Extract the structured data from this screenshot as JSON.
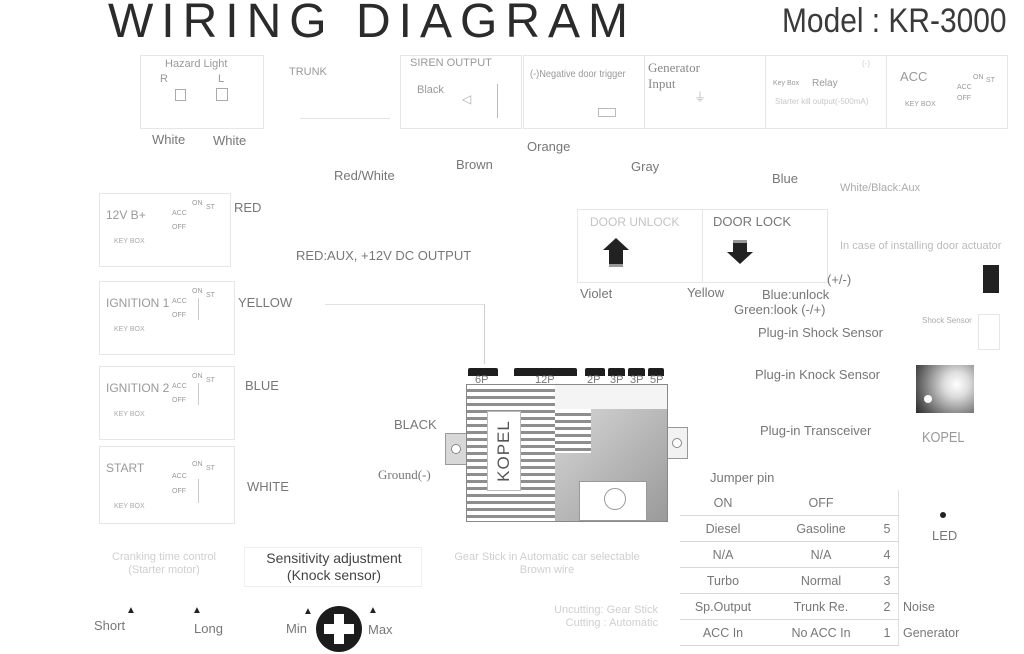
{
  "header": {
    "title": "WIRING DIAGRAM",
    "model": "Model : KR-3000"
  },
  "top_row": {
    "hazard_light": {
      "label": "Hazard Light",
      "r": "R",
      "l": "L",
      "wire_r": "White",
      "wire_l": "White"
    },
    "trunk": {
      "label": "TRUNK"
    },
    "siren_output": {
      "label": "SIREN OUTPUT",
      "wire": "Black"
    },
    "negative_door_trigger": {
      "label": "(-)Negative door trigger",
      "wire": "Orange"
    },
    "generator_input": {
      "label": "Generator Input"
    },
    "relay_block": {
      "key_box": "Key Box",
      "relay": "Relay",
      "note": "Starter kill output(-500mA)",
      "tag": "(-)"
    },
    "acc": {
      "label": "ACC",
      "on": "ON",
      "st": "ST",
      "acc": "ACC",
      "off": "OFF",
      "key_box": "KEY BOX"
    }
  },
  "wire_labels": {
    "red_white": "Red/White",
    "brown": "Brown",
    "gray": "Gray",
    "blue": "Blue",
    "white_black_aux": "White/Black:Aux",
    "red_aux": "RED:AUX, +12V DC OUTPUT",
    "violet": "Violet",
    "yellow": "Yellow",
    "blue_unlock": "Blue:unlock",
    "green_lock": "Green:look (-/+)",
    "plus_minus": "(+/-)",
    "black": "BLACK",
    "ground": "Ground(-)"
  },
  "key_switches": [
    {
      "title": "12V B+",
      "wire": "RED",
      "on": "ON",
      "st": "ST",
      "acc": "ACC",
      "off": "OFF",
      "key_box": "KEY BOX"
    },
    {
      "title": "IGNITION 1",
      "wire": "YELLOW",
      "on": "ON",
      "st": "ST",
      "acc": "ACC",
      "off": "OFF",
      "key_box": "KEY BOX"
    },
    {
      "title": "IGNITION 2",
      "wire": "BLUE",
      "on": "ON",
      "st": "ST",
      "acc": "ACC",
      "off": "OFF",
      "key_box": "KEY BOX"
    },
    {
      "title": "START",
      "wire": "WHITE",
      "on": "ON",
      "st": "ST",
      "acc": "ACC",
      "off": "OFF",
      "key_box": "KEY BOX"
    }
  ],
  "door": {
    "unlock": "DOOR UNLOCK",
    "lock": "DOOR LOCK",
    "actuator_note": "In case of installing door actuator"
  },
  "ecu": {
    "brand": "KOPEL",
    "connectors": [
      "6P",
      "12P",
      "2P",
      "3P",
      "3P",
      "5P"
    ]
  },
  "plugins": {
    "shock_sensor": "Plug-in Shock Sensor",
    "shock_sensor_tag": "Shock Sensor",
    "knock_sensor": "Plug-in Knock Sensor",
    "transceiver": "Plug-in Transceiver",
    "transceiver_brand": "KOPEL"
  },
  "jumper": {
    "title": "Jumper pin",
    "headers": [
      "ON",
      "OFF"
    ],
    "rows": [
      {
        "on": "Diesel",
        "off": "Gasoline",
        "pin": "5",
        "side": ""
      },
      {
        "on": "N/A",
        "off": "N/A",
        "pin": "4",
        "side": ""
      },
      {
        "on": "Turbo",
        "off": "Normal",
        "pin": "3",
        "side": ""
      },
      {
        "on": "Sp.Output",
        "off": "Trunk Re.",
        "pin": "2",
        "side": "Noise"
      },
      {
        "on": "ACC In",
        "off": "No ACC In",
        "pin": "1",
        "side": "Generator"
      }
    ],
    "led": "LED"
  },
  "bottom": {
    "cranking_line1": "Cranking time control",
    "cranking_line2": "(Starter motor)",
    "sensitivity_line1": "Sensitivity adjustment",
    "sensitivity_line2": "(Knock sensor)",
    "gear_line1": "Gear Stick in Automatic car selectable",
    "gear_line2": "Brown wire",
    "short": "Short",
    "long": "Long",
    "min": "Min",
    "max": "Max",
    "cutting_line1": "Uncutting: Gear Stick",
    "cutting_line2": "Cutting : Automatic"
  }
}
